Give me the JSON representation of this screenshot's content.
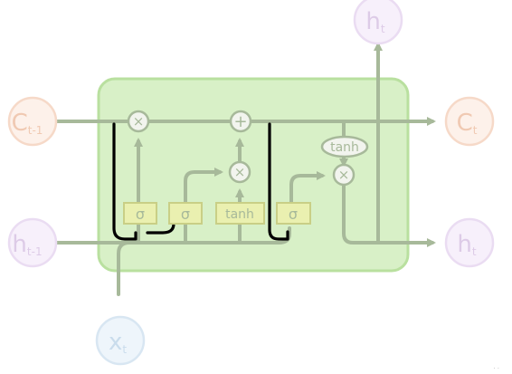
{
  "diagram": {
    "colors": {
      "cell_fill": "#d8f0c7",
      "cell_stroke": "#b9e09f",
      "line": "#a7b99a",
      "highlight": "#000000",
      "gate_fill": "#eaf0b0",
      "gate_stroke": "#c9cf86",
      "op_fill": "#f2f4ee",
      "state_c_fill": "#fdf1ea",
      "state_c_stroke": "#f6d9c8",
      "state_c_text": "#f0c9b2",
      "state_h_fill": "#f7f0fb",
      "state_h_stroke": "#eadcf2",
      "state_h_text": "#ddcbe7",
      "x_fill": "#eef5fb",
      "x_stroke": "#d8e6f2",
      "x_text": "#c9dcec"
    },
    "gates": {
      "forget": "σ",
      "input": "σ",
      "candidate": "tanh",
      "output": "σ"
    },
    "ops": {
      "forget_multiply": "×",
      "add": "+",
      "input_multiply": "×",
      "output_tanh": "tanh",
      "output_multiply": "×"
    },
    "states": {
      "c_prev": {
        "main": "C",
        "sub": "t-1"
      },
      "c_next": {
        "main": "C",
        "sub": "t"
      },
      "h_prev": {
        "main": "h",
        "sub": "t-1"
      },
      "h_next": {
        "main": "h",
        "sub": "t"
      },
      "h_out": {
        "main": "h",
        "sub": "t"
      },
      "x_in": {
        "main": "x",
        "sub": "t"
      }
    },
    "corner_mark": "· ·"
  }
}
